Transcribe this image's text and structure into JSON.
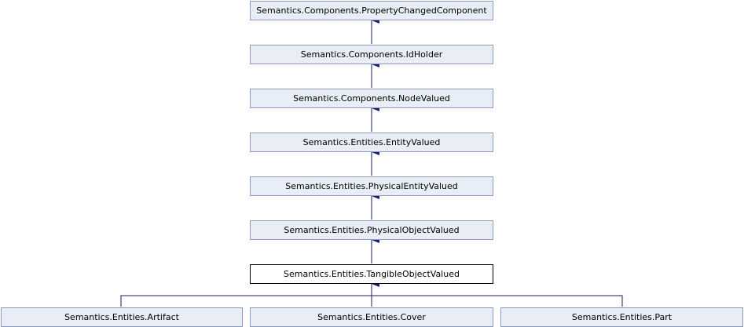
{
  "diagram": {
    "nodes": {
      "property_changed_component": "Semantics.Components.PropertyChangedComponent",
      "id_holder": "Semantics.Components.IdHolder",
      "node_valued": "Semantics.Components.NodeValued",
      "entity_valued": "Semantics.Entities.EntityValued",
      "physical_entity_valued": "Semantics.Entities.PhysicalEntityValued",
      "physical_object_valued": "Semantics.Entities.PhysicalObjectValued",
      "tangible_object_valued": "Semantics.Entities.TangibleObjectValued",
      "artifact": "Semantics.Entities.Artifact",
      "cover": "Semantics.Entities.Cover",
      "part": "Semantics.Entities.Part"
    },
    "colors": {
      "node_fill": "#e8edf6",
      "node_border": "#8a9bbd",
      "current_node_fill": "#ffffff",
      "current_node_border": "#000000",
      "edge": "#1a1a6e"
    }
  }
}
